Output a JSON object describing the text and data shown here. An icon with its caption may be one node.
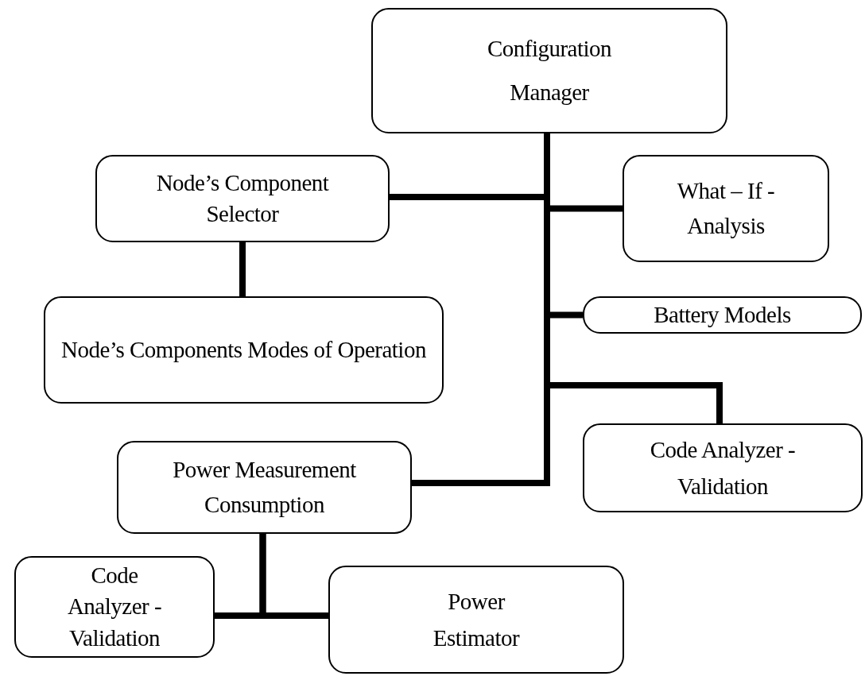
{
  "diagram": {
    "nodes": [
      {
        "text": [
          "Configuration Manager"
        ]
      },
      {
        "text": [
          "Node’s Component Selector"
        ]
      },
      {
        "text": [
          "What – If - Analysis"
        ]
      },
      {
        "text": [
          "Node’s Components Modes of Operation"
        ]
      },
      {
        "text": [
          "Battery Models"
        ]
      },
      {
        "text": [
          "Code Analyzer - Validation"
        ]
      },
      {
        "text": [
          "Power Measurement Consumption"
        ]
      },
      {
        "text": [
          "Code Analyzer - Validation"
        ]
      },
      {
        "text": [
          "Power Estimator"
        ]
      }
    ],
    "edges": [
      {
        "from": 0,
        "to": 1,
        "arrow": "none"
      },
      {
        "from": 0,
        "to": 2,
        "arrow": "none"
      },
      {
        "from": 0,
        "to": 4,
        "arrow": "none"
      },
      {
        "from": 0,
        "to": 5,
        "arrow": "none"
      },
      {
        "from": 0,
        "to": 6,
        "arrow": "none"
      },
      {
        "from": 1,
        "to": 3,
        "arrow": "none"
      },
      {
        "from": 6,
        "to": 7,
        "arrow": "none"
      },
      {
        "from": 6,
        "to": 8,
        "arrow": "none"
      }
    ]
  }
}
